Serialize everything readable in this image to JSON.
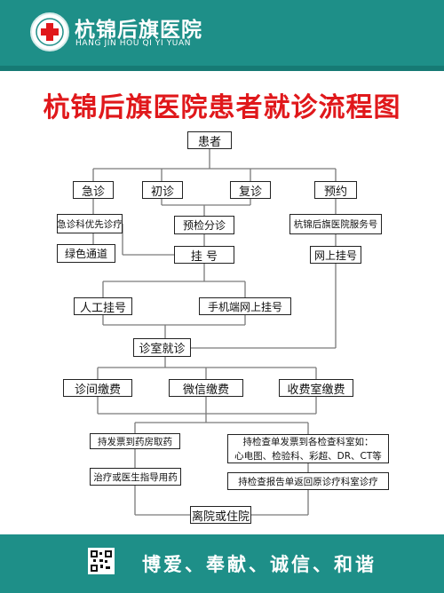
{
  "header": {
    "hospital_name": "杭锦后旗医院",
    "hospital_pinyin": "HANG JIN HOU QI YI YUAN"
  },
  "title": "杭锦后旗医院患者就诊流程图",
  "flow": {
    "patient": "患者",
    "emergency": "急诊",
    "first_visit": "初诊",
    "revisit": "复诊",
    "appointment": "预约",
    "emergency_priority": "急诊科优先诊疗",
    "green_channel": "绿色通道",
    "pre_triage": "预检分诊",
    "service_account": "杭锦后旗医院服务号",
    "online_register": "网上挂号",
    "register": "挂 号",
    "manual_register": "人工挂号",
    "mobile_register": "手机端网上挂号",
    "consultation": "诊室就诊",
    "clinic_payment": "诊间缴费",
    "wechat_payment": "微信缴费",
    "cashier_payment": "收费室缴费",
    "pharmacy": "持发票到药房取药",
    "exam_line1": "持检查单发票到各检查科室如：",
    "exam_line2": "心电图、检验科、彩超、DR、CT等",
    "treatment_guide": "治疗或医生指导用药",
    "return_report": "持检查报告单返回原诊疗科室诊疗",
    "discharge": "离院或住院"
  },
  "footer": {
    "motto": "博爱、奉献、诚信、和谐"
  },
  "colors": {
    "teal": "#1e8f88",
    "title_red": "#e0181b",
    "line": "#7a7a7a"
  }
}
